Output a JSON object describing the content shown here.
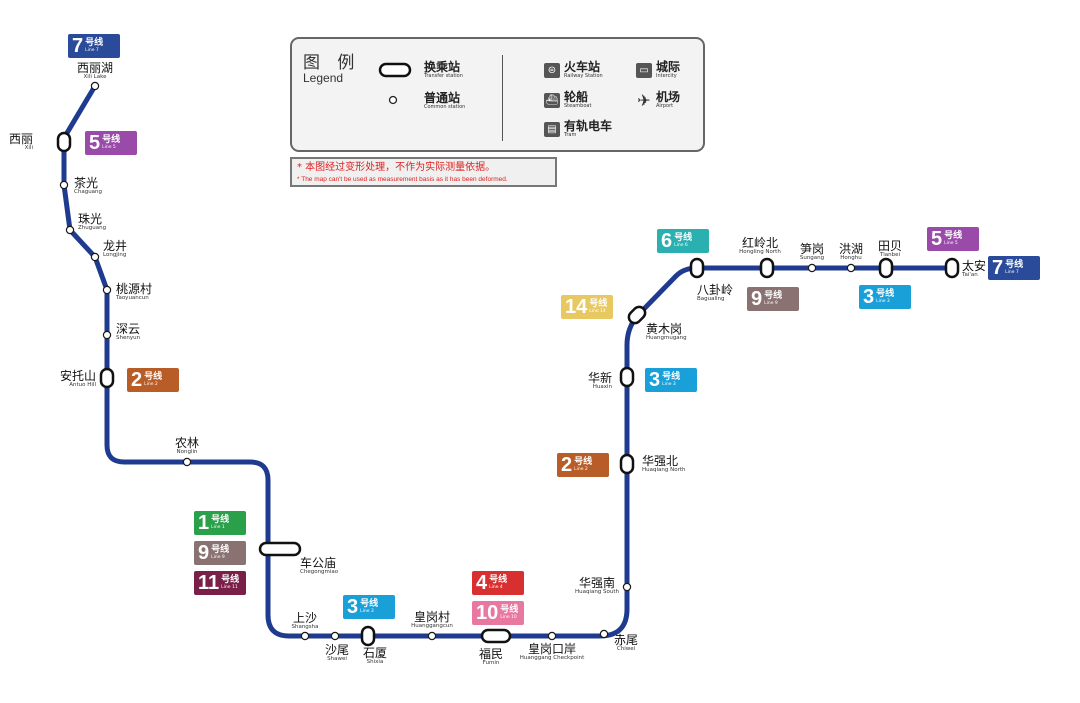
{
  "line_color": "#1f3b8f",
  "legend": {
    "title": "图 例",
    "subtitle": "Legend",
    "transfer": {
      "cn": "换乘站",
      "en": "Transfer station"
    },
    "common": {
      "cn": "普通站",
      "en": "Common station"
    },
    "railway": {
      "cn": "火车站",
      "en": "Railway Station",
      "icon": "train-icon"
    },
    "intercity": {
      "cn": "城际",
      "en": "Intercity",
      "icon": "intercity-icon"
    },
    "steamboat": {
      "cn": "轮船",
      "en": "Steamboat",
      "icon": "ship-icon"
    },
    "airport": {
      "cn": "机场",
      "en": "Airport",
      "icon": "airplane-icon"
    },
    "tram": {
      "cn": "有轨电车",
      "en": "Tram",
      "icon": "tram-icon"
    }
  },
  "warning": {
    "cn": "* 本图经过变形处理，不作为实际测量依据。",
    "en": "*   The map can't be used as measurement basis as it has been deformed."
  },
  "stations": [
    {
      "id": "xilihu",
      "cn": "西丽湖",
      "en": "Xili Lake"
    },
    {
      "id": "xili",
      "cn": "西丽",
      "en": "Xili"
    },
    {
      "id": "chaguang",
      "cn": "茶光",
      "en": "Chaguang"
    },
    {
      "id": "zhuguang",
      "cn": "珠光",
      "en": "Zhuguang"
    },
    {
      "id": "longjing",
      "cn": "龙井",
      "en": "Longjing"
    },
    {
      "id": "taoyuancun",
      "cn": "桃源村",
      "en": "Taoyuancun"
    },
    {
      "id": "shenyun",
      "cn": "深云",
      "en": "Shenyun"
    },
    {
      "id": "antuoshan",
      "cn": "安托山",
      "en": "Antuo Hill"
    },
    {
      "id": "nonglin",
      "cn": "农林",
      "en": "Nonglin"
    },
    {
      "id": "chegongmiao",
      "cn": "车公庙",
      "en": "Chegongmiao"
    },
    {
      "id": "shangsha",
      "cn": "上沙",
      "en": "Shangsha"
    },
    {
      "id": "shawei",
      "cn": "沙尾",
      "en": "Shawei"
    },
    {
      "id": "shixia",
      "cn": "石厦",
      "en": "Shixia"
    },
    {
      "id": "huanggangcun",
      "cn": "皇岗村",
      "en": "Huanggangcun"
    },
    {
      "id": "fumin",
      "cn": "福民",
      "en": "Fumin"
    },
    {
      "id": "huanggangkouan",
      "cn": "皇岗口岸",
      "en": "Huanggang Checkpoint"
    },
    {
      "id": "chiwei",
      "cn": "赤尾",
      "en": "Chiwei"
    },
    {
      "id": "huaqiangnan",
      "cn": "华强南",
      "en": "Huaqiang South"
    },
    {
      "id": "huaqiangbei",
      "cn": "华强北",
      "en": "Huaqiang North"
    },
    {
      "id": "huaxin",
      "cn": "华新",
      "en": "Huaxin"
    },
    {
      "id": "huangmugang",
      "cn": "黄木岗",
      "en": "Huangmugang"
    },
    {
      "id": "bagualing",
      "cn": "八卦岭",
      "en": "Bagualing"
    },
    {
      "id": "honglingbei",
      "cn": "红岭北",
      "en": "Hongling North"
    },
    {
      "id": "sungang",
      "cn": "笋岗",
      "en": "Sungang"
    },
    {
      "id": "honghu",
      "cn": "洪湖",
      "en": "Honghu"
    },
    {
      "id": "tianbei",
      "cn": "田贝",
      "en": "Tianbei"
    },
    {
      "id": "taian",
      "cn": "太安",
      "en": "Tai'an"
    }
  ],
  "line_suffix": "号线",
  "badges": [
    {
      "id": "l7-start",
      "num": "7",
      "en": "Line 7",
      "color": "#2a4a9a"
    },
    {
      "id": "l5-xili",
      "num": "5",
      "en": "Line 5",
      "color": "#9a4aa8"
    },
    {
      "id": "l2-antuo",
      "num": "2",
      "en": "Line 2",
      "color": "#b85c28"
    },
    {
      "id": "l1-cgm",
      "num": "1",
      "en": "Line 1",
      "color": "#2aa04a"
    },
    {
      "id": "l9-cgm",
      "num": "9",
      "en": "Line 9",
      "color": "#8a7272"
    },
    {
      "id": "l11-cgm",
      "num": "11",
      "en": "Line 11",
      "color": "#7a2048"
    },
    {
      "id": "l3-shixia",
      "num": "3",
      "en": "Line 3",
      "color": "#1aa0d8"
    },
    {
      "id": "l4-fumin",
      "num": "4",
      "en": "Line 4",
      "color": "#d83030"
    },
    {
      "id": "l10-fumin",
      "num": "10",
      "en": "Line 10",
      "color": "#e878a0"
    },
    {
      "id": "l2-hqb",
      "num": "2",
      "en": "Line 2",
      "color": "#b85c28"
    },
    {
      "id": "l3-huaxin",
      "num": "3",
      "en": "Line 3",
      "color": "#1aa0d8"
    },
    {
      "id": "l14-hmg",
      "num": "14",
      "en": "Line 14",
      "color": "#e8c860"
    },
    {
      "id": "l6-bgl",
      "num": "6",
      "en": "Line 6",
      "color": "#2ab0b0"
    },
    {
      "id": "l9-hlb",
      "num": "9",
      "en": "Line 9",
      "color": "#8a7272"
    },
    {
      "id": "l3-tianbei",
      "num": "3",
      "en": "Line 3",
      "color": "#1aa0d8"
    },
    {
      "id": "l5-taian",
      "num": "5",
      "en": "Line 5",
      "color": "#9a4aa8"
    },
    {
      "id": "l7-end",
      "num": "7",
      "en": "Line 7",
      "color": "#2a4a9a"
    }
  ]
}
